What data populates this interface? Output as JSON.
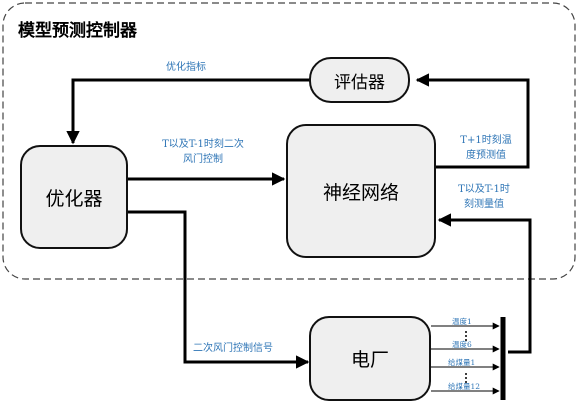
{
  "frame": {
    "title": "模型预测控制器"
  },
  "nodes": {
    "evaluator": "评估器",
    "optimizer": "优化器",
    "network": "神经网络",
    "plant": "电厂"
  },
  "labels": {
    "opt_index": "优化指标",
    "t_secondary_air_1": "T以及T-1时刻二次",
    "t_secondary_air_2": "风门控制",
    "t1_temp_1": "T+1时刻温",
    "t1_temp_2": "度预测值",
    "t_meas_1": "T以及T-1时",
    "t_meas_2": "刻测量值",
    "control_signal": "二次风门控制信号"
  },
  "signals": {
    "temp1": "温度1",
    "temp6": "温度6",
    "coal1": "给煤量1",
    "coal12": "给煤量12"
  }
}
